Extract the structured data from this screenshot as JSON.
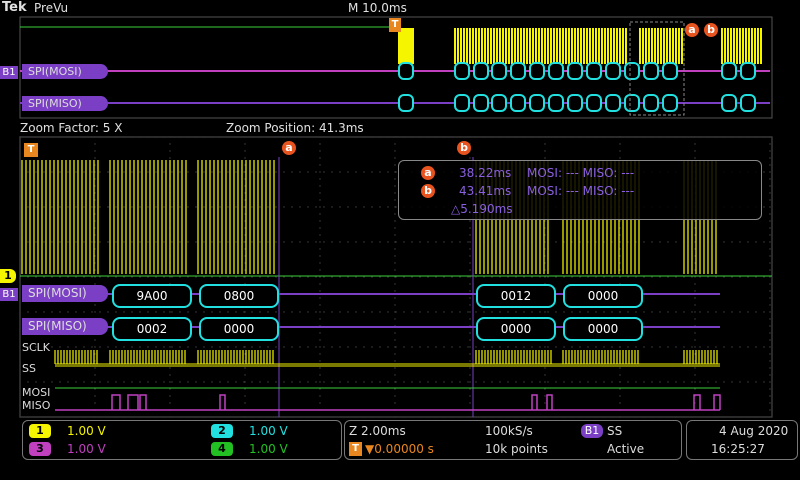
{
  "header": {
    "logo": "Tek",
    "mode": "PreVu",
    "timebase": "M 10.0ms"
  },
  "overview": {
    "trigger_marker": "T",
    "cursor_a": "a",
    "cursor_b": "b",
    "ch1_marker": "B1",
    "bus_mosi_label": "SPI(MOSI)",
    "bus_miso_label": "SPI(MISO)"
  },
  "zoom": {
    "factor_label": "Zoom Factor: 5 X",
    "position_label": "Zoom Position: 41.3ms"
  },
  "main": {
    "ch1_marker": "1",
    "bus_marker": "B1",
    "trigger_marker": "T",
    "cursor_a": "a",
    "cursor_b": "b",
    "mosi_label": "SPI(MOSI)",
    "miso_label": "SPI(MISO)",
    "mosi_packets": [
      "9A00",
      "0800",
      "0012",
      "0000"
    ],
    "miso_packets": [
      "0002",
      "0000",
      "0000",
      "0000"
    ],
    "signals": [
      "SCLK",
      "SS",
      "MOSI",
      "MISO"
    ]
  },
  "cursor_readout": {
    "a_marker": "a",
    "a_time": "38.22ms",
    "a_text": "MOSI: --- MISO: ---",
    "b_marker": "b",
    "b_time": "43.41ms",
    "b_text": "MOSI: --- MISO: ---",
    "delta": "△5.190ms"
  },
  "channels": [
    {
      "num": "1",
      "volts": "1.00 V",
      "color": "#f5f500"
    },
    {
      "num": "2",
      "volts": "1.00 V",
      "color": "#22e0e0"
    },
    {
      "num": "3",
      "volts": "1.00 V",
      "color": "#c040c0"
    },
    {
      "num": "4",
      "volts": "1.00 V",
      "color": "#22c022"
    }
  ],
  "acquisition": {
    "zoom_scale": "Z 2.00ms",
    "sample_rate": "100kS/s",
    "trigger_icon": "T",
    "trigger_delay": "▼0.00000 s",
    "record_length": "10k points",
    "bus_badge": "B1",
    "bus_source": "SS",
    "bus_state": "Active"
  },
  "clock": {
    "date": "4 Aug 2020",
    "time": "16:25:27"
  },
  "colors": {
    "ch1": "#f5f500",
    "ch2": "#22e0e0",
    "ch3": "#c040c0",
    "ch4": "#22c022",
    "bus_fill": "#7a3fc4",
    "cursor": "#e8541f"
  }
}
